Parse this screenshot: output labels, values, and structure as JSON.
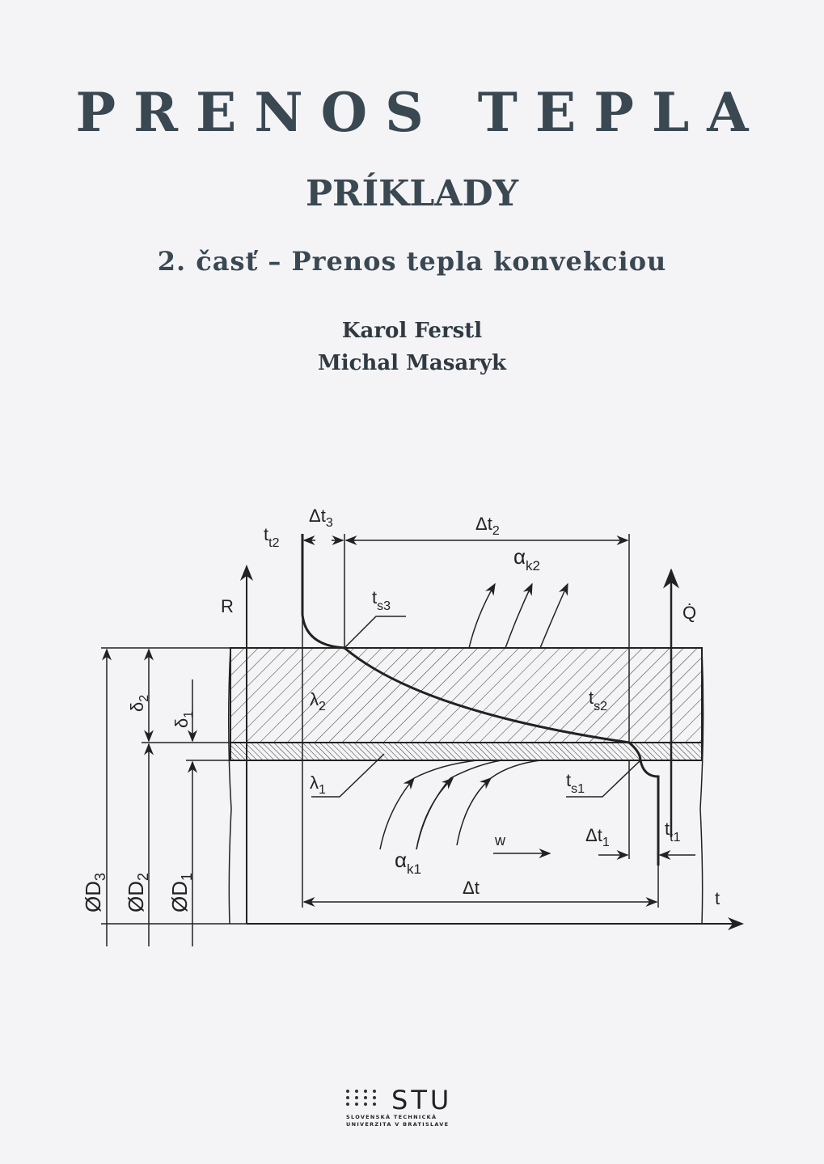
{
  "cover": {
    "title": "PRENOS TEPLA",
    "subtitle": "PRÍKLADY",
    "part": "2. časť – Prenos tepla konvekciou",
    "authors": [
      "Karol Ferstl",
      "Michal Masaryk"
    ]
  },
  "diagram": {
    "labels": {
      "dt3": {
        "main": "Δt",
        "sub": "3"
      },
      "dt2": {
        "main": "Δt",
        "sub": "2"
      },
      "tt2": {
        "main": "t",
        "sub": "t2"
      },
      "ak2": {
        "main": "α",
        "sub": "k2"
      },
      "R": "R",
      "ts3": {
        "main": "t",
        "sub": "s3"
      },
      "Q": "Q̇",
      "d2": {
        "main": "δ",
        "sub": "2"
      },
      "d1": {
        "main": "δ",
        "sub": "1"
      },
      "l2": {
        "main": "λ",
        "sub": "2"
      },
      "ts2": {
        "main": "t",
        "sub": "s2"
      },
      "l1": {
        "main": "λ",
        "sub": "1"
      },
      "ts1": {
        "main": "t",
        "sub": "s1"
      },
      "w": "w",
      "dt1": {
        "main": "Δt",
        "sub": "1"
      },
      "tt1": {
        "main": "t",
        "sub": "t1"
      },
      "ak1": {
        "main": "α",
        "sub": "k1"
      },
      "dt": "Δt",
      "t": "t",
      "D3": {
        "main": "ØD",
        "sub": "3"
      },
      "D2": {
        "main": "ØD",
        "sub": "2"
      },
      "D1": {
        "main": "ØD",
        "sub": "1"
      }
    }
  },
  "publisher": {
    "logo_text": "STU",
    "line1": "SLOVENSKÁ TECHNICKÁ",
    "line2": "UNIVERZITA V BRATISLAVE"
  }
}
